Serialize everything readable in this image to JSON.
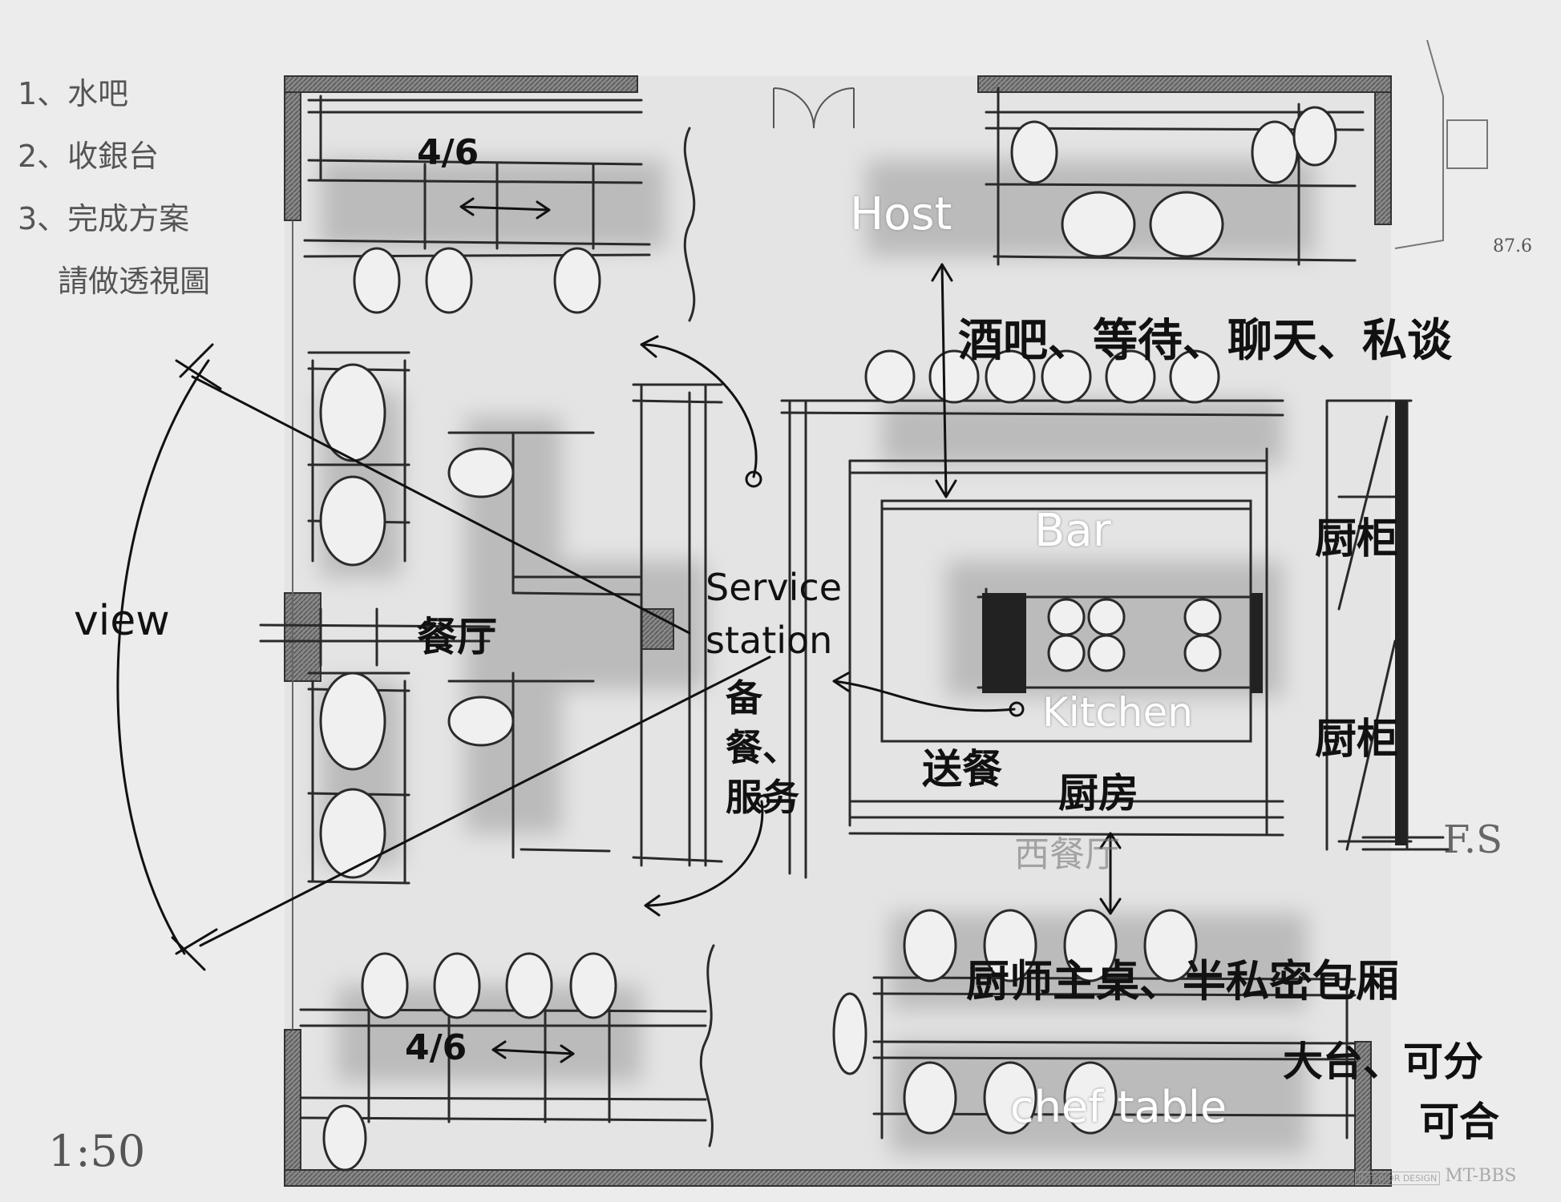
{
  "notes": [
    "1、水吧",
    "2、收銀台",
    "3、完成方案",
    "　 請做透視圖"
  ],
  "scale": "1:50",
  "dimension_top_right": "87.6",
  "fs_label": "F.S",
  "printed_room_label": "西餐厅",
  "handwritten": {
    "host": "Host",
    "bar_use": "酒吧、等待、聊天、私谈",
    "bar": "Bar",
    "cabinet_1": "厨柜",
    "cabinet_2": "厨柜",
    "service_station": "Service station",
    "prep_service": "备餐、服务",
    "serve_food": "送餐",
    "kitchen": "Kitchen",
    "kitchen_cn": "厨房",
    "dining_hall": "餐厅",
    "view": "view",
    "dim_top": "4/6",
    "dim_bottom": "4/6",
    "chef_table_cn": "厨师主桌、半私密包厢",
    "big_table": "大台、可分",
    "combine": "可合",
    "chef_table": "chef table"
  },
  "watermark": {
    "brand": "MT-BBS",
    "sub": "INTERIOR DESIGN"
  }
}
